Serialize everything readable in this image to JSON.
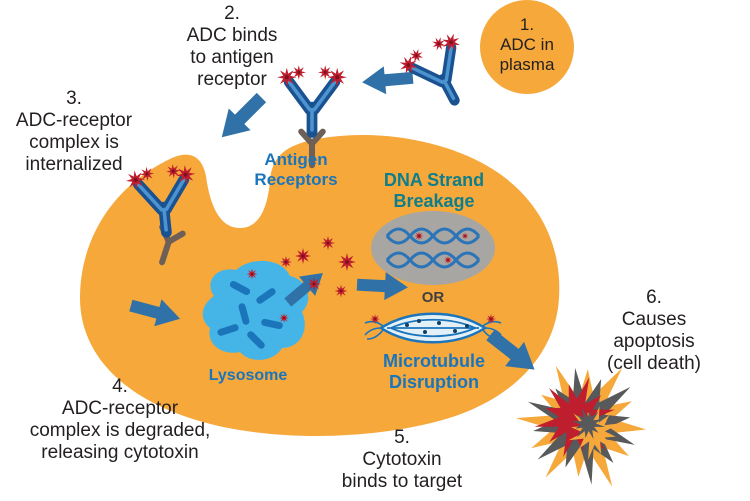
{
  "steps": {
    "s1": "1.\nADC in\nplasma",
    "s2": "2.\nADC binds\nto antigen\nreceptor",
    "s3": "3.\nADC-receptor\ncomplex is\ninternalized",
    "s4": "4.\nADC-receptor\ncomplex is degraded,\nreleasing cytotoxin",
    "s5": "5.\nCytotoxin\nbinds to target",
    "s6": "6.\nCauses apoptosis\n(cell death)"
  },
  "cell_labels": {
    "antigen_receptors": "Antigen\nReceptors",
    "dna_strand_breakage": "DNA Strand\nBreakage",
    "or": "OR",
    "microtubule_disruption": "Microtubule\nDisruption",
    "lysosome": "Lysosome"
  },
  "icons": {
    "antibody_icon": "Y-shaped ADC antibody with red cytotoxin starbursts on arm tips",
    "receptor_icon": "antigen receptor stem on cell membrane",
    "arrow_icon": "blue block process arrow",
    "cytotoxin_icon": "red starburst cytotoxin particle",
    "lysosome_icon": "light-blue lysosome blob with dark enzyme rods",
    "dna_icon": "gray ellipse containing blue DNA helices",
    "microtubule_icon": "spindle-shaped microtubule with fiber ends",
    "apoptosis_icon": "layered jagged explosion burst"
  },
  "colors": {
    "cell_fill": "#F6A83B",
    "arrow_blue": "#3072A8",
    "antibody_navy": "#1A5291",
    "antibody_highlight": "#4C93D0",
    "label_blue": "#1B75BB",
    "teal": "#0E7E8A",
    "text_dark": "#231F20",
    "lysosome_blue": "#45B5E8",
    "organelle_gray": "#A8A6A3",
    "cytotoxin_red": "#BE1E2D",
    "burst_gray": "#58595B",
    "receptor_taupe": "#6E6057"
  }
}
